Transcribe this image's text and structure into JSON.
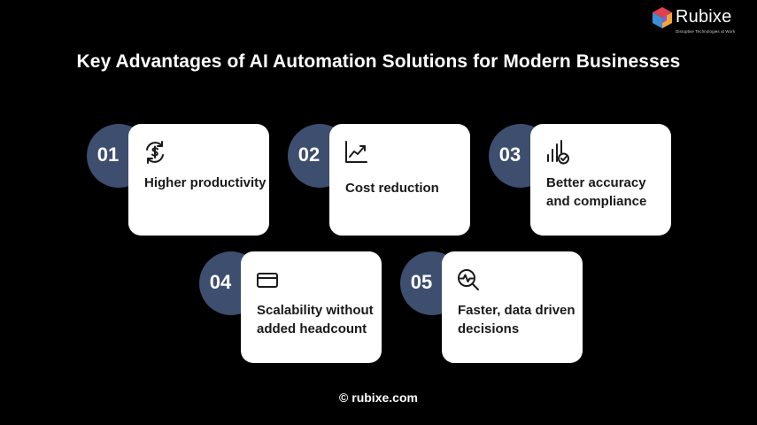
{
  "brand": {
    "name": "Rubixe",
    "tagline": "Disruptive Technologies at Work"
  },
  "title": "Key Advantages of AI Automation Solutions for Modern Businesses",
  "items": [
    {
      "number": "01",
      "label": "Higher productivity",
      "icon": "dollar-cycle-icon"
    },
    {
      "number": "02",
      "label": "Cost reduction",
      "icon": "trend-chart-icon"
    },
    {
      "number": "03",
      "label": "Better accuracy and compliance",
      "icon": "bars-check-icon"
    },
    {
      "number": "04",
      "label": "Scalability without added headcount",
      "icon": "card-icon"
    },
    {
      "number": "05",
      "label": "Faster, data driven decisions",
      "icon": "magnifier-pulse-icon"
    }
  ],
  "footer": "© rubixe.com",
  "colors": {
    "background": "#000000",
    "number_circle": "#3d4e6e",
    "card": "#ffffff",
    "card_text": "#1a1a1a"
  }
}
